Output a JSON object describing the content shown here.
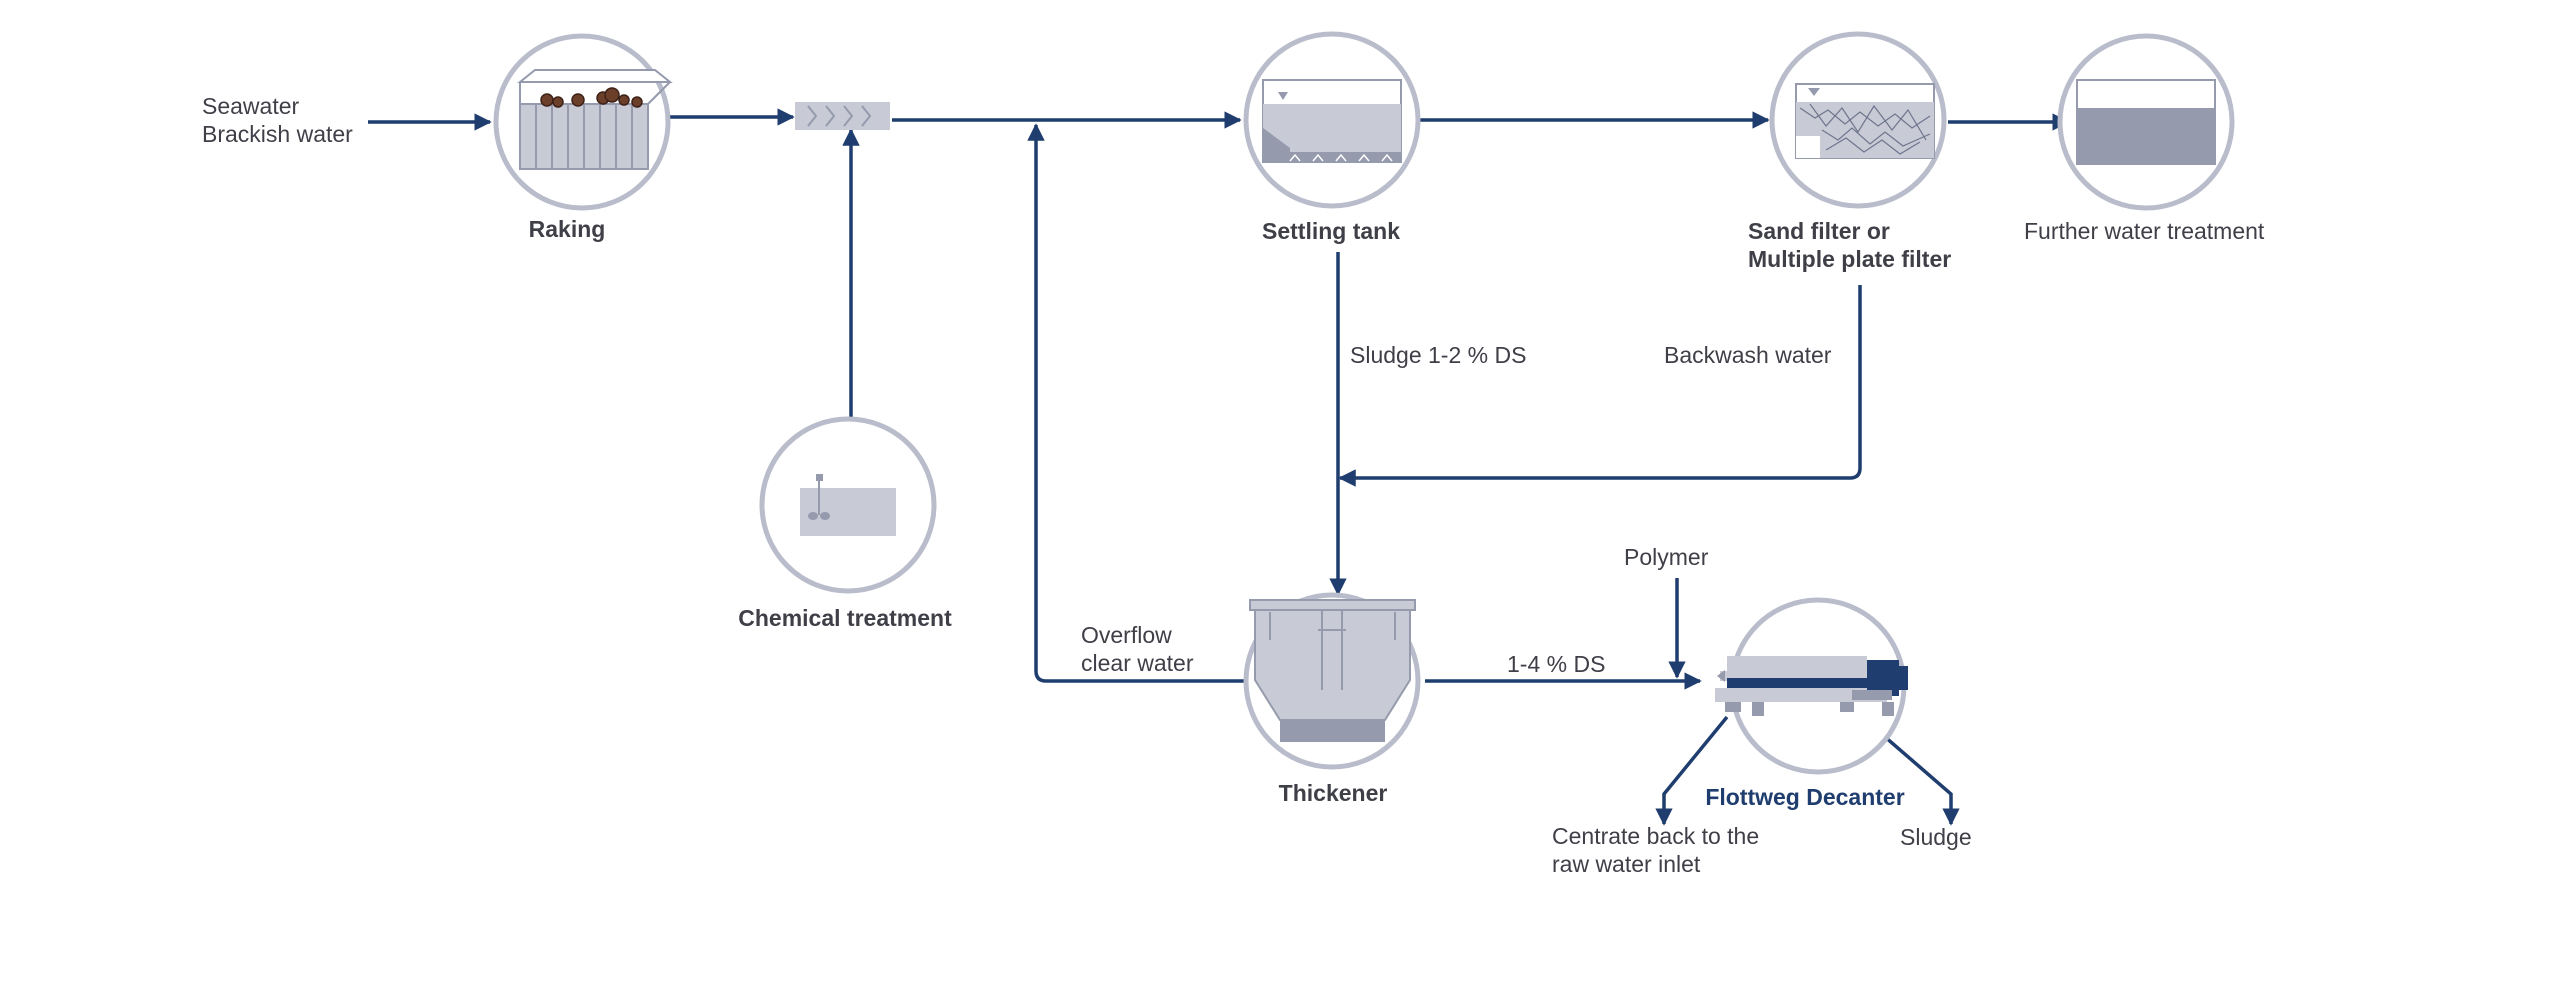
{
  "colors": {
    "flow_line": "#1f3d6e",
    "circle_ring": "#b8bccb",
    "equipment_fill": "#c8cad6",
    "equipment_dark": "#959aad",
    "label_text": "#3f3f48",
    "brand_text": "#1f3d6e",
    "decanter_blue": "#1f3d6e"
  },
  "inlet": {
    "line1": "Seawater",
    "line2": "Brackish water"
  },
  "stages": {
    "raking": "Raking",
    "chemical_treatment": "Chemical treatment",
    "settling_tank": "Settling tank",
    "sand_filter_line1": "Sand filter or",
    "sand_filter_line2": "Multiple plate filter",
    "further_treatment": "Further water treatment",
    "thickener": "Thickener",
    "decanter": "Flottweg Decanter"
  },
  "flows": {
    "sludge": "Sludge 1-2 % DS",
    "backwash": "Backwash water",
    "overflow_line1": "Overflow",
    "overflow_line2": "clear water",
    "ds": "1-4 % DS",
    "polymer": "Polymer",
    "centrate_line1": "Centrate back to the",
    "centrate_line2": "raw water inlet",
    "sludge_out": "Sludge"
  },
  "icons": {
    "raking": "rake-screen-icon",
    "static_mixer": "static-mixer-icon",
    "chemical": "dosing-tank-icon",
    "settling": "settling-tank-icon",
    "filter": "sand-filter-icon",
    "further": "water-basin-icon",
    "thickener": "thickener-icon",
    "decanter": "decanter-centrifuge-icon"
  }
}
